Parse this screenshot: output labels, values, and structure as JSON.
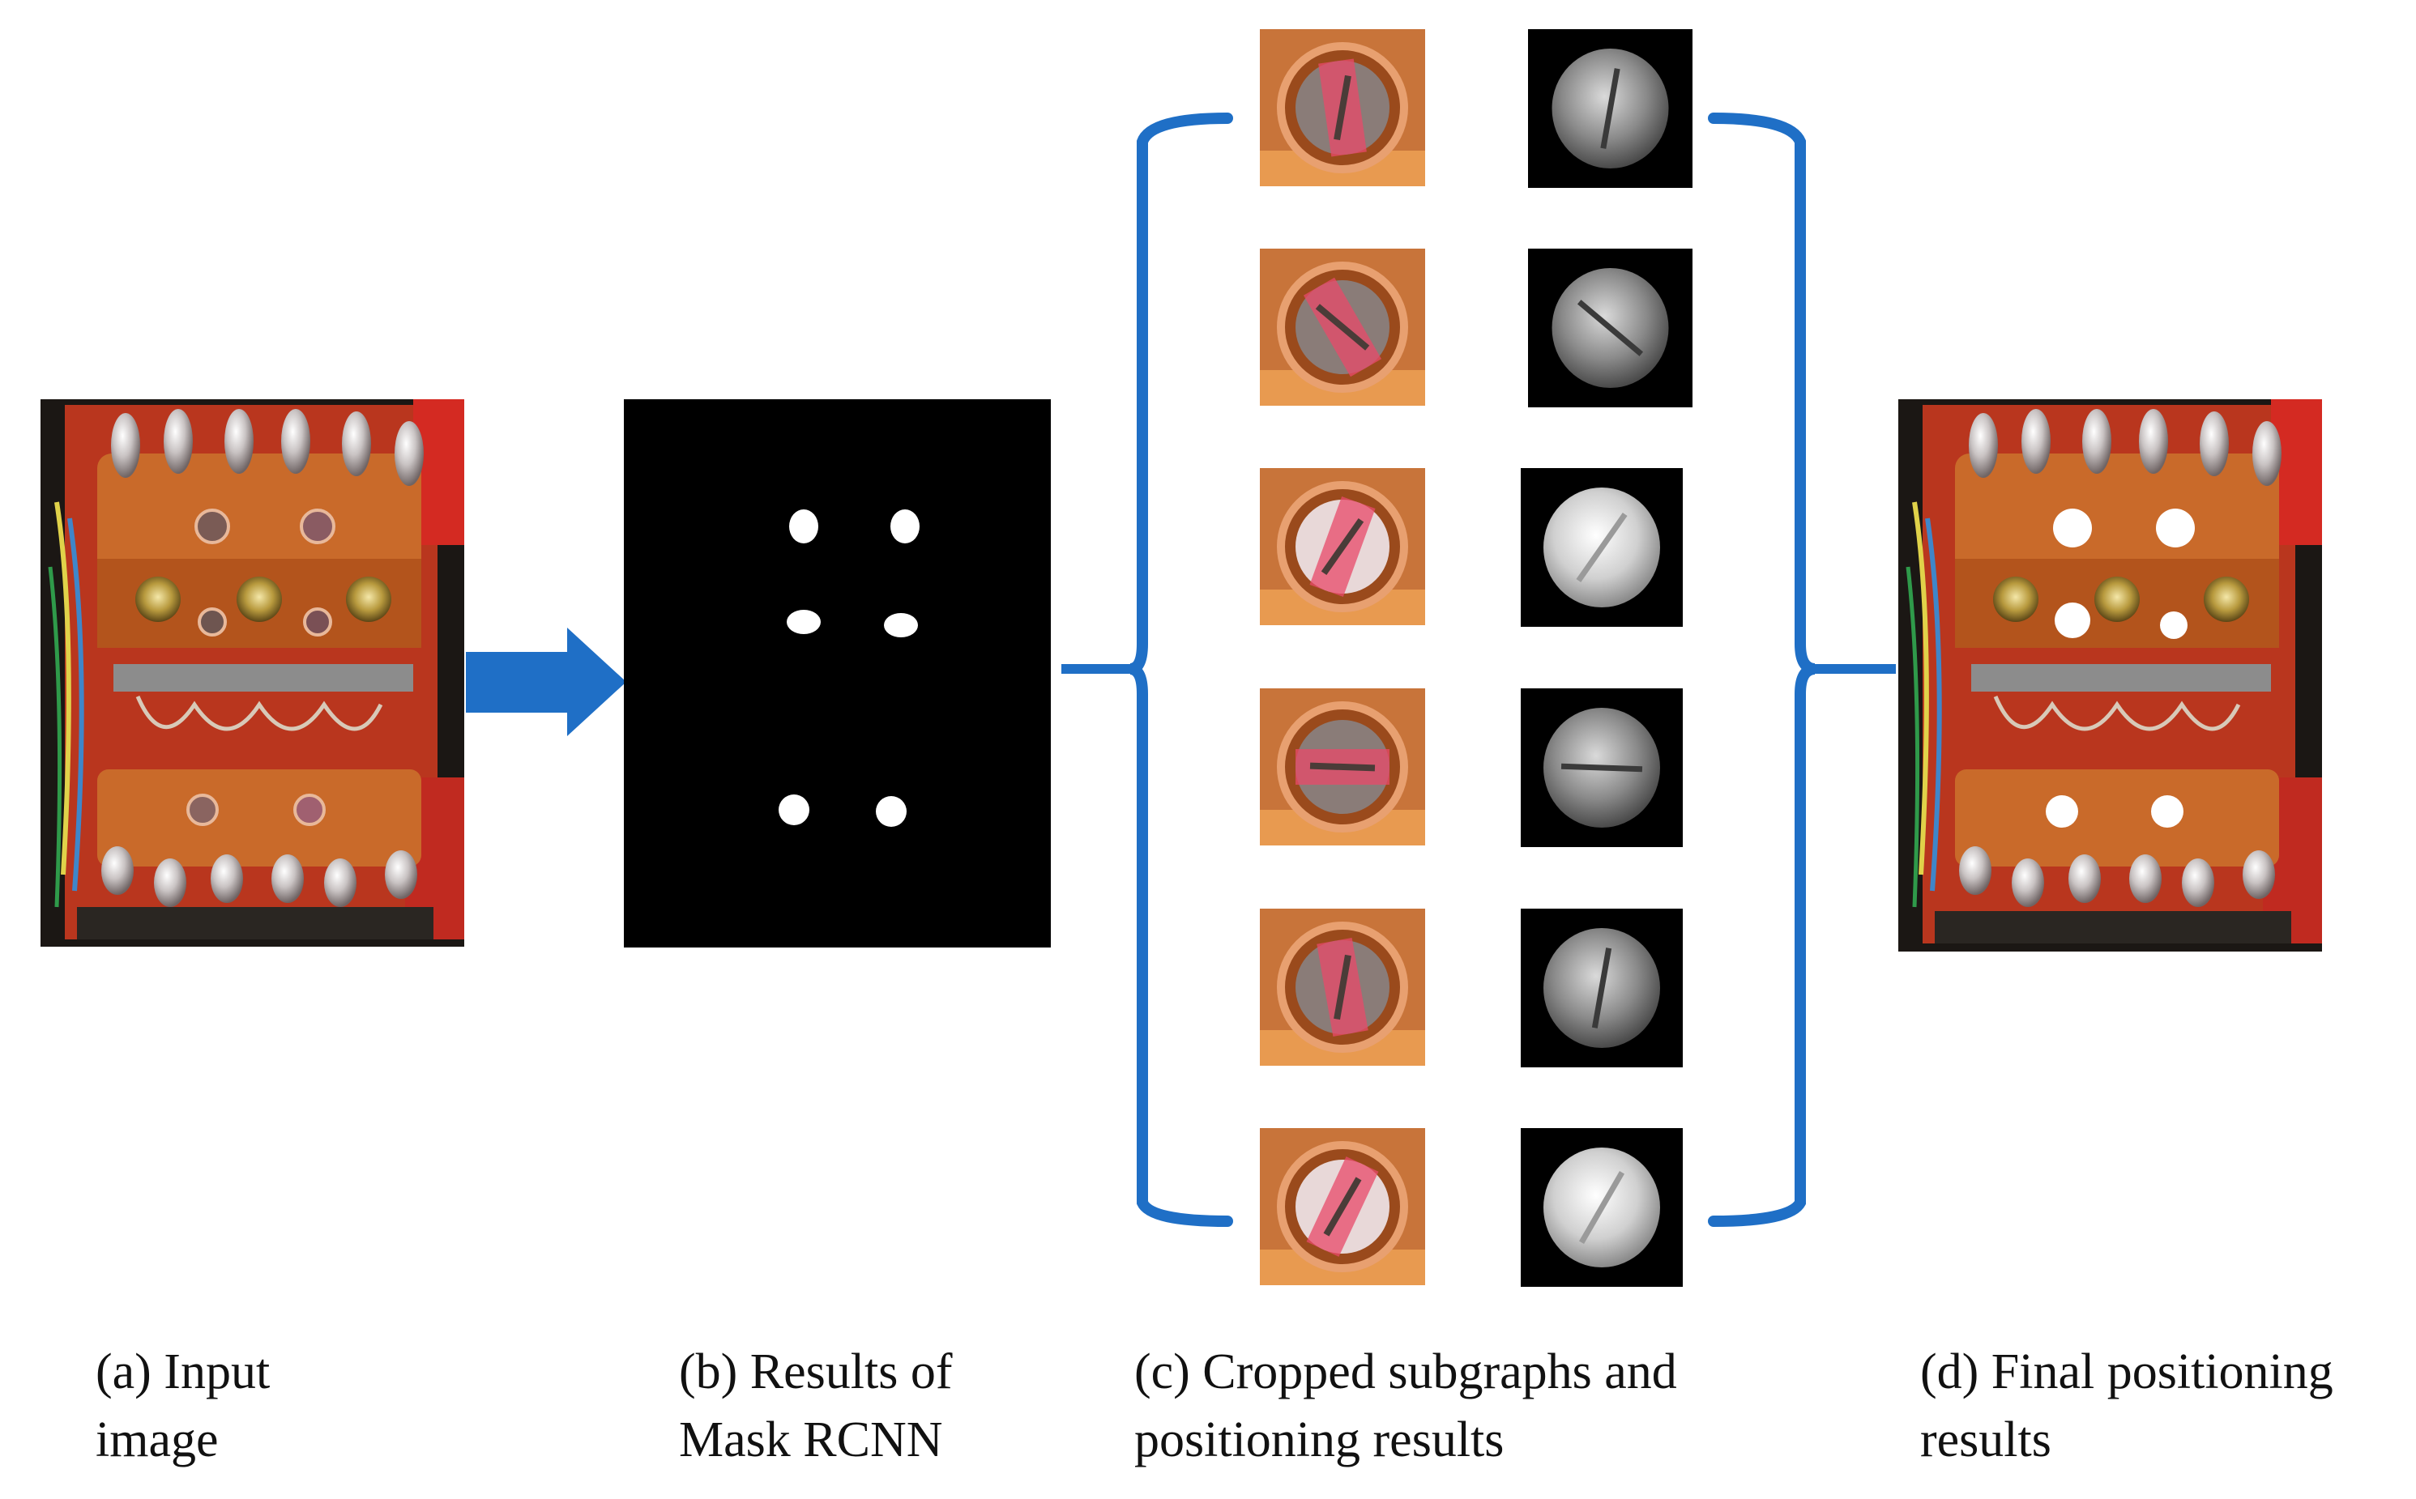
{
  "figure": {
    "accent_color": "#1f6fc6",
    "captions": {
      "a": {
        "line1": "(a) Input",
        "line2": "image"
      },
      "b": {
        "line1": "(b) Results of",
        "line2": "Mask RCNN"
      },
      "c": {
        "line1": "(c) Cropped subgraphs and",
        "line2": "positioning results"
      },
      "d": {
        "line1": "(d) Final positioning",
        "line2": "results"
      }
    },
    "icons": {
      "input_image": "photo-of-terminal-block",
      "mask_result": "binary-mask-with-six-blobs",
      "crops": "cropped-screw-photo",
      "crop_masks": "grayscale-screw-mask",
      "final_result": "photo-with-white-marked-screws",
      "arrow": "right-arrow",
      "brackets": "curly-brace"
    },
    "crop_count": 6,
    "mask_blob_count": 6
  }
}
